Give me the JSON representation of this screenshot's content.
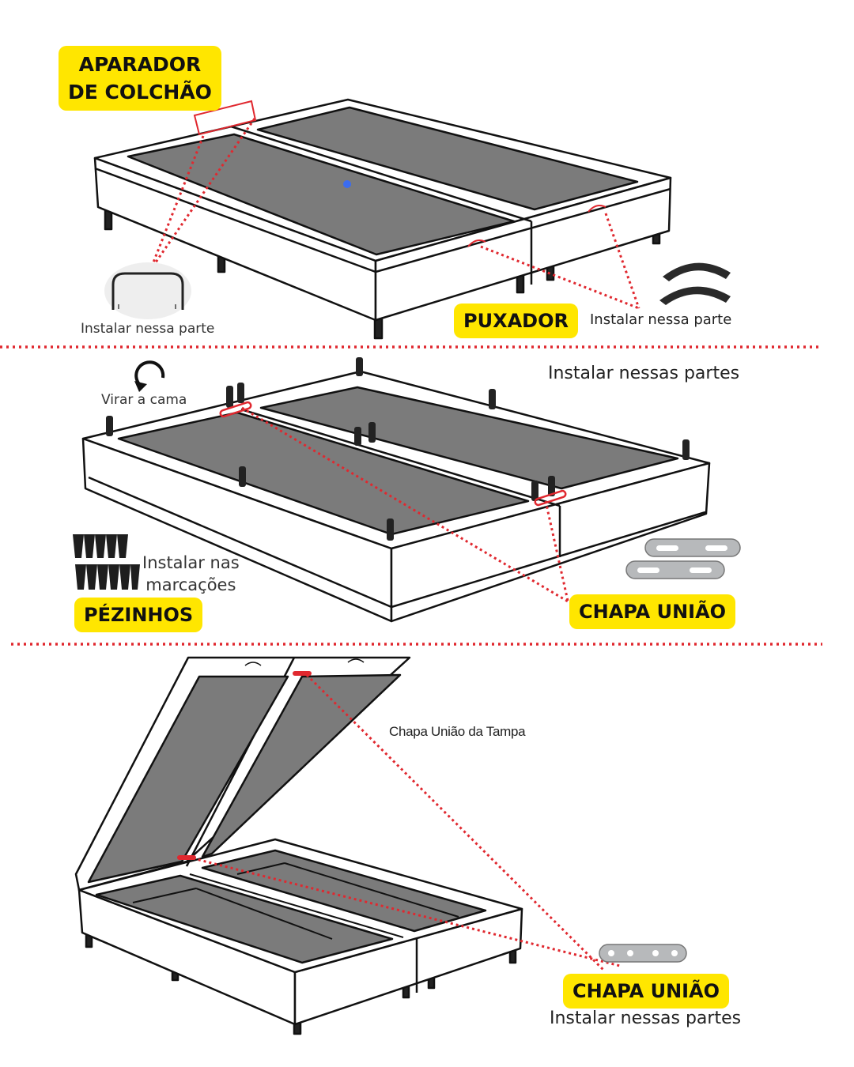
{
  "section1": {
    "tag_mattress": [
      "APARADOR",
      "DE COLCHÃO"
    ],
    "note_mattress": "Instalar nessa parte",
    "tag_handle": "PUXADOR",
    "note_handle": "Instalar nessa parte"
  },
  "section2": {
    "note_top": "Instalar nessas partes",
    "note_flip": "Virar a cama",
    "note_feet": [
      "Instalar nas",
      "marcações"
    ],
    "tag_feet": "PÉZINHOS",
    "tag_plate": "CHAPA UNIÃO"
  },
  "section3": {
    "note_lid_plate": "Chapa União da Tampa",
    "tag_plate": "CHAPA UNIÃO",
    "note_bottom": "Instalar nessas partes"
  },
  "colors": {
    "highlight": "#ffe600",
    "divider": "#e0282f",
    "panel": "#7b7b7b",
    "outline": "#111111"
  }
}
